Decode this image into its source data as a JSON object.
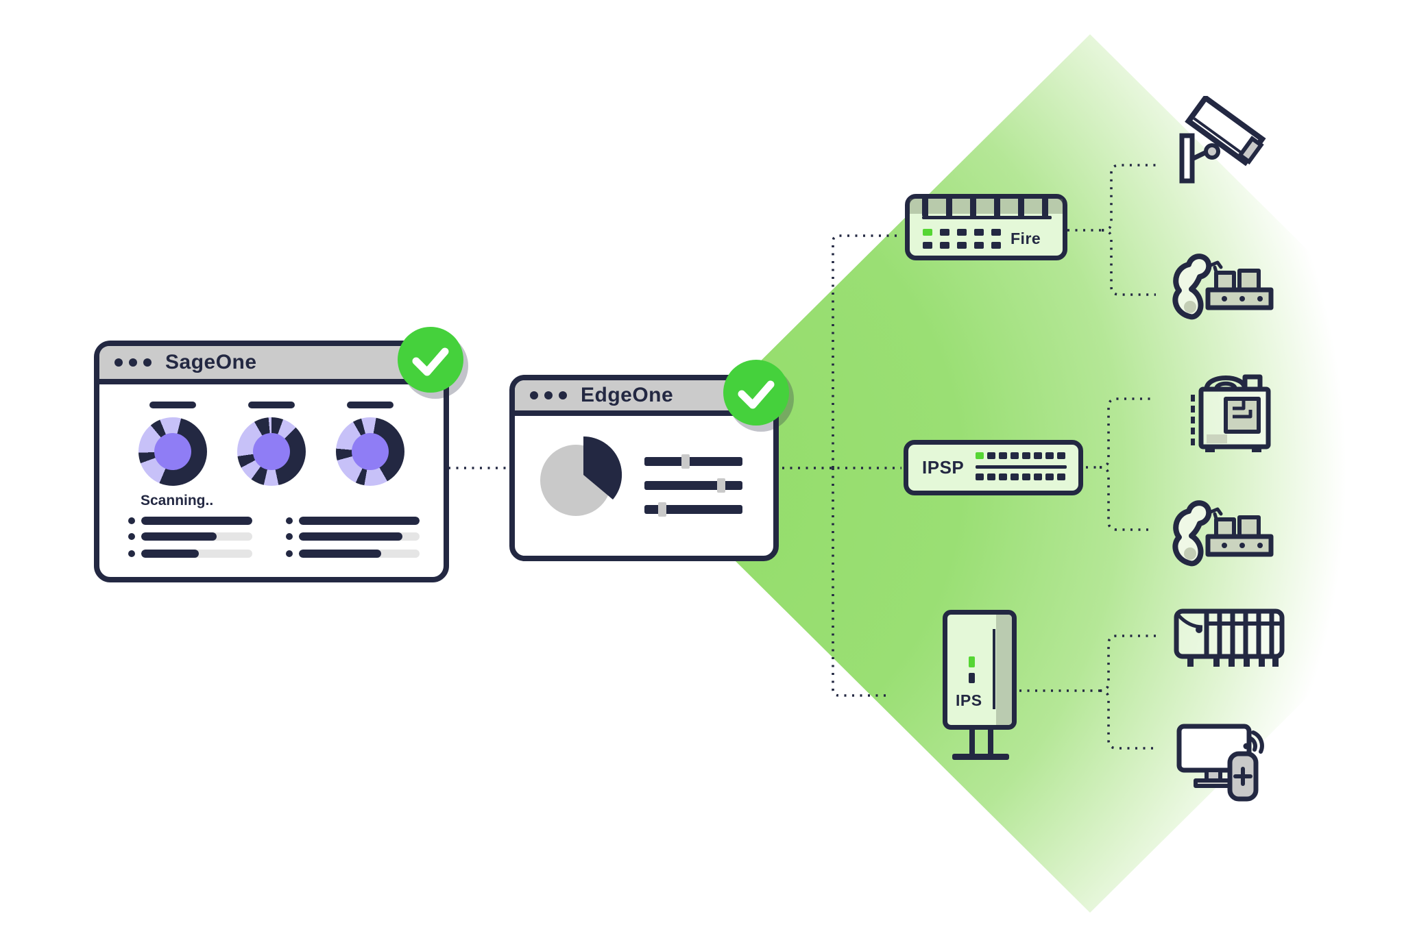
{
  "diagram": {
    "sage_window": {
      "title": "SageOne",
      "status_text": "Scanning..",
      "check_badge": "success",
      "donut_charts": 3,
      "monitor_columns": [
        {
          "rows": [
            {
              "value": 100
            },
            {
              "value": 68
            },
            {
              "value": 52
            }
          ]
        },
        {
          "rows": [
            {
              "value": 100
            },
            {
              "value": 86
            },
            {
              "value": 68
            }
          ]
        }
      ]
    },
    "edge_window": {
      "title": "EdgeOne",
      "check_badge": "success",
      "sliders": [
        {
          "value": 42
        },
        {
          "value": 78
        },
        {
          "value": 18
        }
      ]
    },
    "appliances": {
      "firewall": {
        "label": "Fire"
      },
      "ipsp": {
        "label": "IPSP"
      },
      "ips": {
        "label": "IPS"
      }
    },
    "endpoint_icons": [
      "cctv-camera",
      "robot-arm-conveyor",
      "welding-machine",
      "robot-arm-conveyor",
      "plc-controller",
      "monitor-with-remote"
    ],
    "colors": {
      "ink_navy": "#232842",
      "titlebar_gray": "#CBCBCB",
      "success_green": "#45D13C",
      "beam_green": "#97DE6F",
      "appliance_fill_green": "#E4F8D8",
      "indicator_green": "#55D633",
      "chart_purple": "#8F7DF5",
      "chart_purple_light": "#C7C1F8",
      "neutral_gray": "#C9C9C9"
    }
  }
}
